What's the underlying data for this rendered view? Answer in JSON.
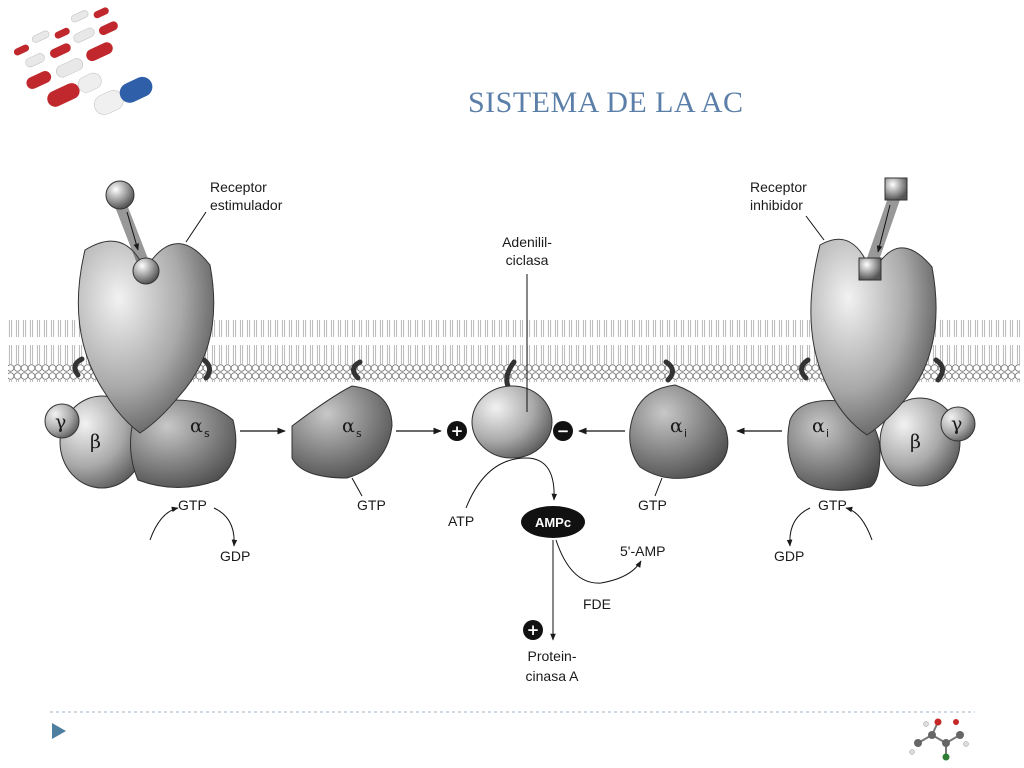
{
  "slide": {
    "title": "SISTEMA DE LA AC",
    "decor_icons": [
      "pills-image",
      "molecule-model-image",
      "play-bullet-icon"
    ],
    "colors": {
      "title": "#5b7fa8",
      "divider": "#9fb6c9",
      "bullet": "#4f7fa0"
    }
  },
  "diagram": {
    "receptor_stim_label": [
      "Receptor",
      "estimulador"
    ],
    "receptor_inhib_label": [
      "Receptor",
      "inhibidor"
    ],
    "adenylyl_label": [
      "Adenilil-",
      "ciclasa"
    ],
    "gamma": "γ",
    "beta": "β",
    "alpha": "α",
    "sub_s": "s",
    "sub_i": "i",
    "gtp": "GTP",
    "gdp": "GDP",
    "atp": "ATP",
    "ampc": "AMPc",
    "amp5": "5'-AMP",
    "fde": "FDE",
    "pka_label": [
      "Protein-",
      "cinasa A"
    ],
    "plus": "+",
    "minus": "−"
  }
}
